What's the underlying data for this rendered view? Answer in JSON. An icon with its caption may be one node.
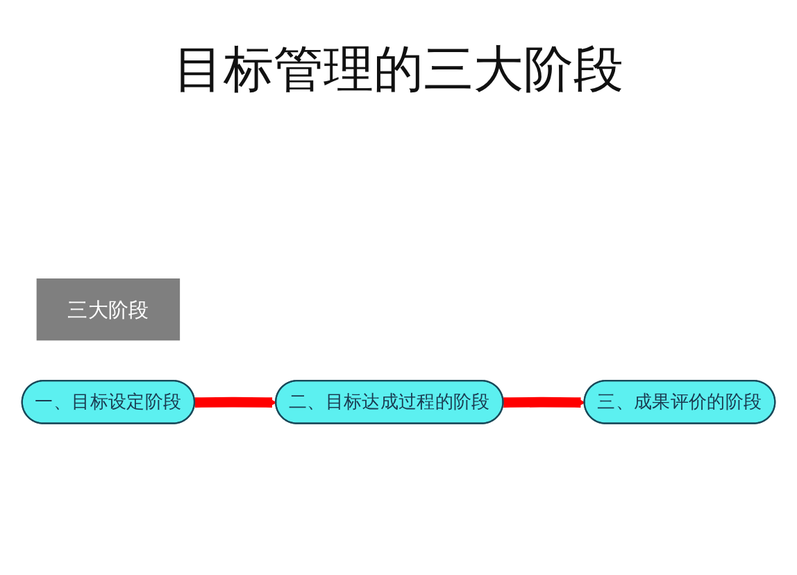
{
  "diagram": {
    "title": "目标管理的三大阶段",
    "nodes": [
      {
        "text": [
          "三大阶段"
        ]
      },
      {
        "text": [
          "一、目标设定阶段"
        ]
      },
      {
        "text": [
          "二、目标达成过程的阶段"
        ]
      },
      {
        "text": [
          "三、成果评价的阶段"
        ]
      }
    ],
    "edges": [
      {
        "from": 1,
        "to": 2,
        "arrow": "to"
      },
      {
        "from": 2,
        "to": 3,
        "arrow": "to"
      }
    ]
  }
}
